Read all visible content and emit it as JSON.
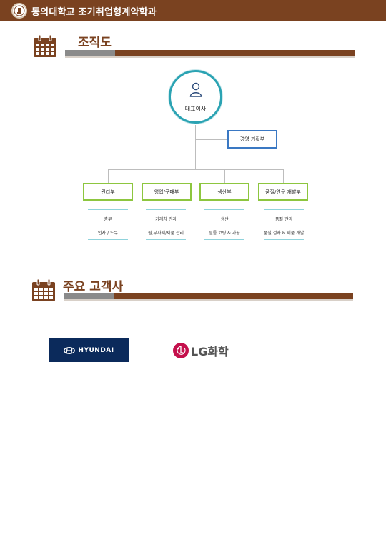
{
  "header": {
    "title": "동의대학교 조기취업형계약학과"
  },
  "org_section": {
    "title": "조직도"
  },
  "org_chart": {
    "ceo": "대표이사",
    "planning": "경영 기획부",
    "departments": [
      {
        "name": "관리부",
        "duties": [
          "총무",
          "인사 / 노무"
        ]
      },
      {
        "name": "영업/구매부",
        "duties": [
          "거래처 관리",
          "원,부자재/제품 관리"
        ]
      },
      {
        "name": "생산부",
        "duties": [
          "생산",
          "필름 코팅 & 가공"
        ]
      },
      {
        "name": "품질/연구 개발부",
        "duties": [
          "품질 관리",
          "품질 검사 & 제품 개발"
        ]
      }
    ]
  },
  "customers_section": {
    "title": "주요 고객사"
  },
  "customers": {
    "hyundai": "HYUNDAI",
    "lg": "LG화학"
  },
  "colors": {
    "brown": "#7a4220",
    "teal": "#2ba3b3",
    "blue": "#3a78c3",
    "green": "#8dc63f",
    "lg_red": "#c4104c",
    "hyundai_navy": "#0b2a5b"
  }
}
